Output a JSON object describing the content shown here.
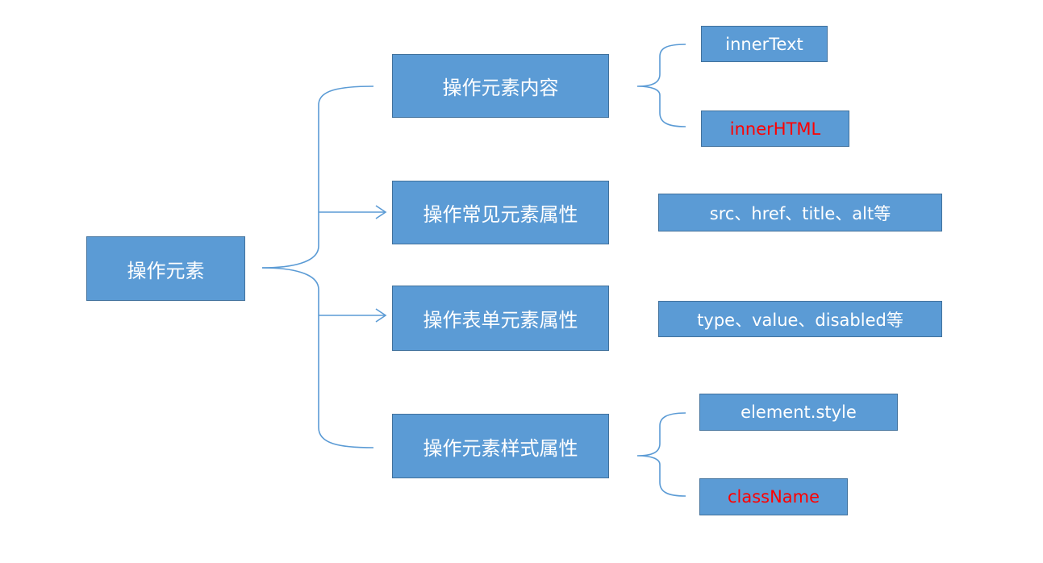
{
  "diagram": {
    "root": {
      "label": "操作元素"
    },
    "categories": [
      {
        "label": "操作元素内容",
        "items": [
          {
            "label": "innerText",
            "highlight": false
          },
          {
            "label": "innerHTML",
            "highlight": true
          }
        ]
      },
      {
        "label": "操作常见元素属性",
        "items": [
          {
            "label": "src、href、title、alt等",
            "highlight": false
          }
        ]
      },
      {
        "label": "操作表单元素属性",
        "items": [
          {
            "label": "type、value、disabled等",
            "highlight": false
          }
        ]
      },
      {
        "label": "操作元素样式属性",
        "items": [
          {
            "label": "element.style",
            "highlight": false
          },
          {
            "label": "className",
            "highlight": true
          }
        ]
      }
    ]
  },
  "colors": {
    "box_fill": "#5b9bd5",
    "box_border": "#41719c",
    "box_text": "#ffffff",
    "highlight_text": "#ff0000",
    "connector": "#5b9bd5"
  }
}
